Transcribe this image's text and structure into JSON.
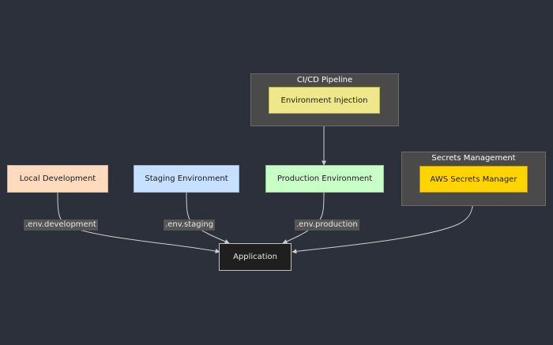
{
  "colors": {
    "background": "#2b303b",
    "cluster_fill": "#4a4a4a",
    "local_fill": "#ffdbbd",
    "staging_fill": "#c5e1ff",
    "production_fill": "#c7ffc7",
    "injection_fill": "#efe88a",
    "aws_fill": "#ffd400",
    "app_fill": "#1f1f1f",
    "edge": "#cfcfcf"
  },
  "clusters": {
    "cicd": {
      "title": "CI/CD Pipeline"
    },
    "secrets": {
      "title": "Secrets Management"
    }
  },
  "nodes": {
    "local": "Local Development",
    "staging": "Staging Environment",
    "production": "Production Environment",
    "injection": "Environment Injection",
    "aws": "AWS Secrets Manager",
    "app": "Application"
  },
  "edges": [
    {
      "from": "local",
      "to": "app",
      "label": ".env.development"
    },
    {
      "from": "staging",
      "to": "app",
      "label": ".env.staging"
    },
    {
      "from": "production",
      "to": "app",
      "label": ".env.production"
    },
    {
      "from": "injection",
      "to": "production",
      "label": ""
    },
    {
      "from": "aws",
      "to": "app",
      "label": ""
    }
  ]
}
